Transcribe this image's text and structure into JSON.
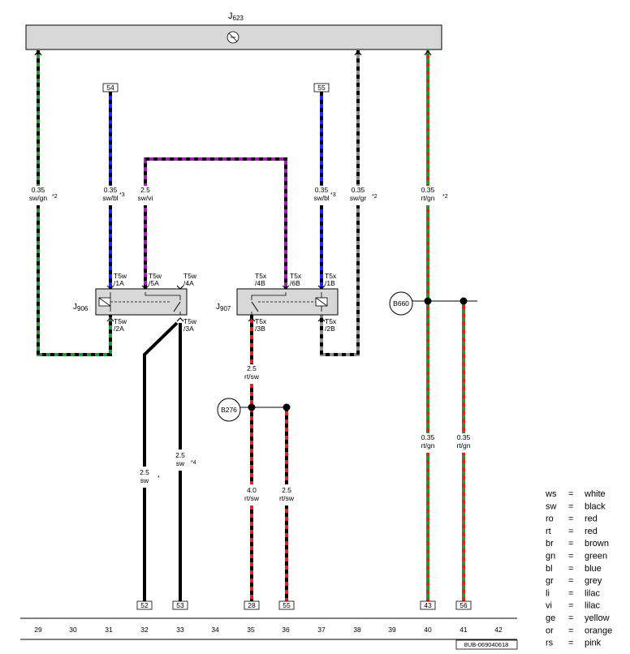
{
  "control_unit": {
    "name": "J",
    "sub": "623"
  },
  "relays": [
    {
      "name": "J",
      "sub": "906"
    },
    {
      "name": "J",
      "sub": "907"
    }
  ],
  "connectors": [
    {
      "label": "T5w",
      "pin": "/1A"
    },
    {
      "label": "T5w",
      "pin": "/5A"
    },
    {
      "label": "T5w",
      "pin": "/4A"
    },
    {
      "label": "T5w",
      "pin": "/2A"
    },
    {
      "label": "T5w",
      "pin": "/3A"
    },
    {
      "label": "T5x",
      "pin": "/4B"
    },
    {
      "label": "T5x",
      "pin": "/6B"
    },
    {
      "label": "T5x",
      "pin": "/1B"
    },
    {
      "label": "T5x",
      "pin": "/3B"
    },
    {
      "label": "T5x",
      "pin": "/2B"
    }
  ],
  "terminals_top": [
    "54",
    "55"
  ],
  "wires": [
    {
      "size": "0.35",
      "color_code": "sw/gn",
      "note": "*2",
      "colors": [
        "#1f9a2f",
        "#000000"
      ]
    },
    {
      "size": "0.35",
      "color_code": "sw/bl",
      "note": "*3",
      "colors": [
        "#1a2cf0",
        "#000000"
      ]
    },
    {
      "size": "2.5",
      "color_code": "sw/vi",
      "note": "",
      "colors": [
        "#a020b0",
        "#000000"
      ]
    },
    {
      "size": "0.35",
      "color_code": "sw/bl",
      "note": "*3",
      "colors": [
        "#1a2cf0",
        "#000000"
      ]
    },
    {
      "size": "0.35",
      "color_code": "sw/gr",
      "note": "*2",
      "colors": [
        "#8c8c8c",
        "#000000"
      ]
    },
    {
      "size": "0.35",
      "color_code": "rt/gn",
      "note": "*2",
      "colors": [
        "#e8201e",
        "#1f9a2f"
      ]
    },
    {
      "size": "2.5",
      "color_code": "rt/sw",
      "note": "",
      "colors": [
        "#e8201e",
        "#000000"
      ]
    },
    {
      "size": "0.35",
      "color_code": "rt/gn",
      "note": "",
      "colors": [
        "#e8201e",
        "#1f9a2f"
      ]
    },
    {
      "size": "0.35",
      "color_code": "rt/gn",
      "note": "",
      "colors": [
        "#e8201e",
        "#1f9a2f"
      ]
    },
    {
      "size": "2.5",
      "color_code": "sw",
      "note": "*",
      "colors": [
        "#000000"
      ]
    },
    {
      "size": "2.5",
      "color_code": "sw",
      "note": "*4",
      "colors": [
        "#000000"
      ]
    },
    {
      "size": "4.0",
      "color_code": "rt/sw",
      "note": "",
      "colors": [
        "#e8201e",
        "#000000"
      ]
    },
    {
      "size": "2.5",
      "color_code": "rt/sw",
      "note": "",
      "colors": [
        "#e8201e",
        "#000000"
      ]
    }
  ],
  "junctions": [
    "B660",
    "B276"
  ],
  "terminals_bottom": [
    "52",
    "53",
    "28",
    "55",
    "43",
    "56"
  ],
  "track_numbers": [
    "29",
    "30",
    "31",
    "32",
    "33",
    "34",
    "35",
    "36",
    "37",
    "38",
    "39",
    "40",
    "41",
    "42"
  ],
  "legend": [
    {
      "code": "ws",
      "eq": "=",
      "name": "white"
    },
    {
      "code": "sw",
      "eq": "=",
      "name": "black"
    },
    {
      "code": "ro",
      "eq": "=",
      "name": "red"
    },
    {
      "code": "rt",
      "eq": "=",
      "name": "red"
    },
    {
      "code": "br",
      "eq": "=",
      "name": "brown"
    },
    {
      "code": "gn",
      "eq": "=",
      "name": "green"
    },
    {
      "code": "bl",
      "eq": "=",
      "name": "blue"
    },
    {
      "code": "gr",
      "eq": "=",
      "name": "grey"
    },
    {
      "code": "li",
      "eq": "=",
      "name": "lilac"
    },
    {
      "code": "vi",
      "eq": "=",
      "name": "lilac"
    },
    {
      "code": "ge",
      "eq": "=",
      "name": "yellow"
    },
    {
      "code": "or",
      "eq": "=",
      "name": "orange"
    },
    {
      "code": "rs",
      "eq": "=",
      "name": "pink"
    }
  ],
  "drawing_id": "8UB-069040618"
}
